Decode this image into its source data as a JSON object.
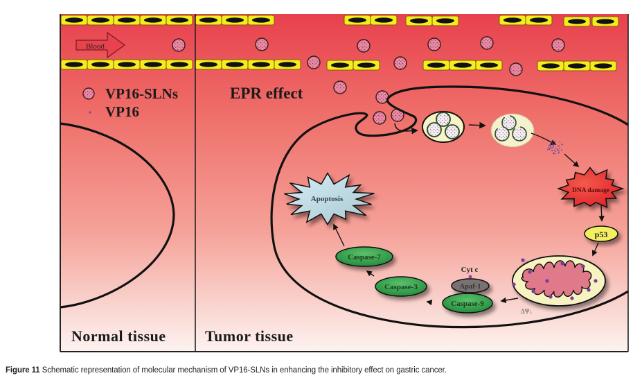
{
  "figure": {
    "caption_label": "Figure 11",
    "caption_text": " Schematic representation of molecular mechanism of VP16-SLNs in enhancing the inhibitory effect on gastric cancer."
  },
  "legend": {
    "items": [
      {
        "icon": "nanoparticle-icon",
        "label": "VP16-SLNs"
      },
      {
        "icon": "drug-dot-icon",
        "label": "VP16"
      }
    ]
  },
  "labels": {
    "blood": "Blood",
    "epr_effect": "EPR effect",
    "normal_tissue": "Normal tissue",
    "tumor_tissue": "Tumor tissue",
    "dna_damage": "DNA damage",
    "p53": "p53",
    "cyt_c": "Cyt c",
    "apaf1": "Apaf-1",
    "caspase9": "Caspase-9",
    "caspase3": "Caspase-3",
    "caspase7": "Caspase-7",
    "apoptosis": "Apoptosis",
    "membrane_potential": "ΔΨ↓"
  },
  "colors": {
    "blood_red": "#e8424e",
    "tissue_fade": "#fdf0ec",
    "endothelial_yellow": "#f5ec1e",
    "caspase_green": "#2e9b4a",
    "apaf_gray": "#7a7272",
    "dna_damage_red": "#ee3a3a",
    "apoptosis_blue": "#bfe0ea",
    "p53_yellow": "#f2f060",
    "mito_inner": "#e07a8a",
    "mito_outer": "#f7f3c0",
    "vp16_purple": "#7a4aa0"
  }
}
